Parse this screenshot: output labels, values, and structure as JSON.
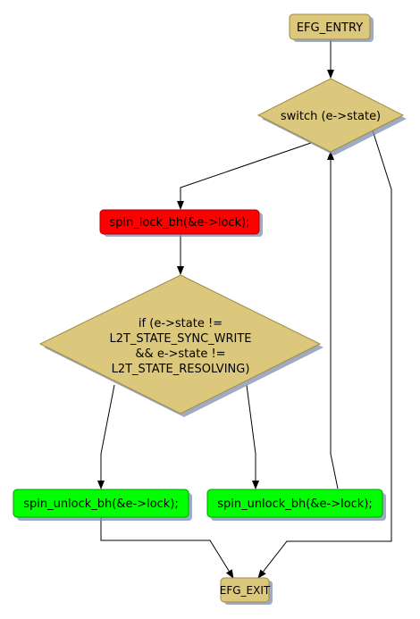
{
  "colors": {
    "tan": "#dbc87d",
    "red": "#ff0000",
    "green": "#00ff00"
  },
  "nodes": {
    "entry": "EFG_ENTRY",
    "switch": "switch (e->state)",
    "spin_lock": "spin_lock_bh(&e->lock);",
    "condition": [
      "if (e->state !=",
      "L2T_STATE_SYNC_WRITE",
      "&& e->state !=",
      "L2T_STATE_RESOLVING)"
    ],
    "unlock_left": "spin_unlock_bh(&e->lock);",
    "unlock_right": "spin_unlock_bh(&e->lock);",
    "exit": "EFG_EXIT"
  }
}
